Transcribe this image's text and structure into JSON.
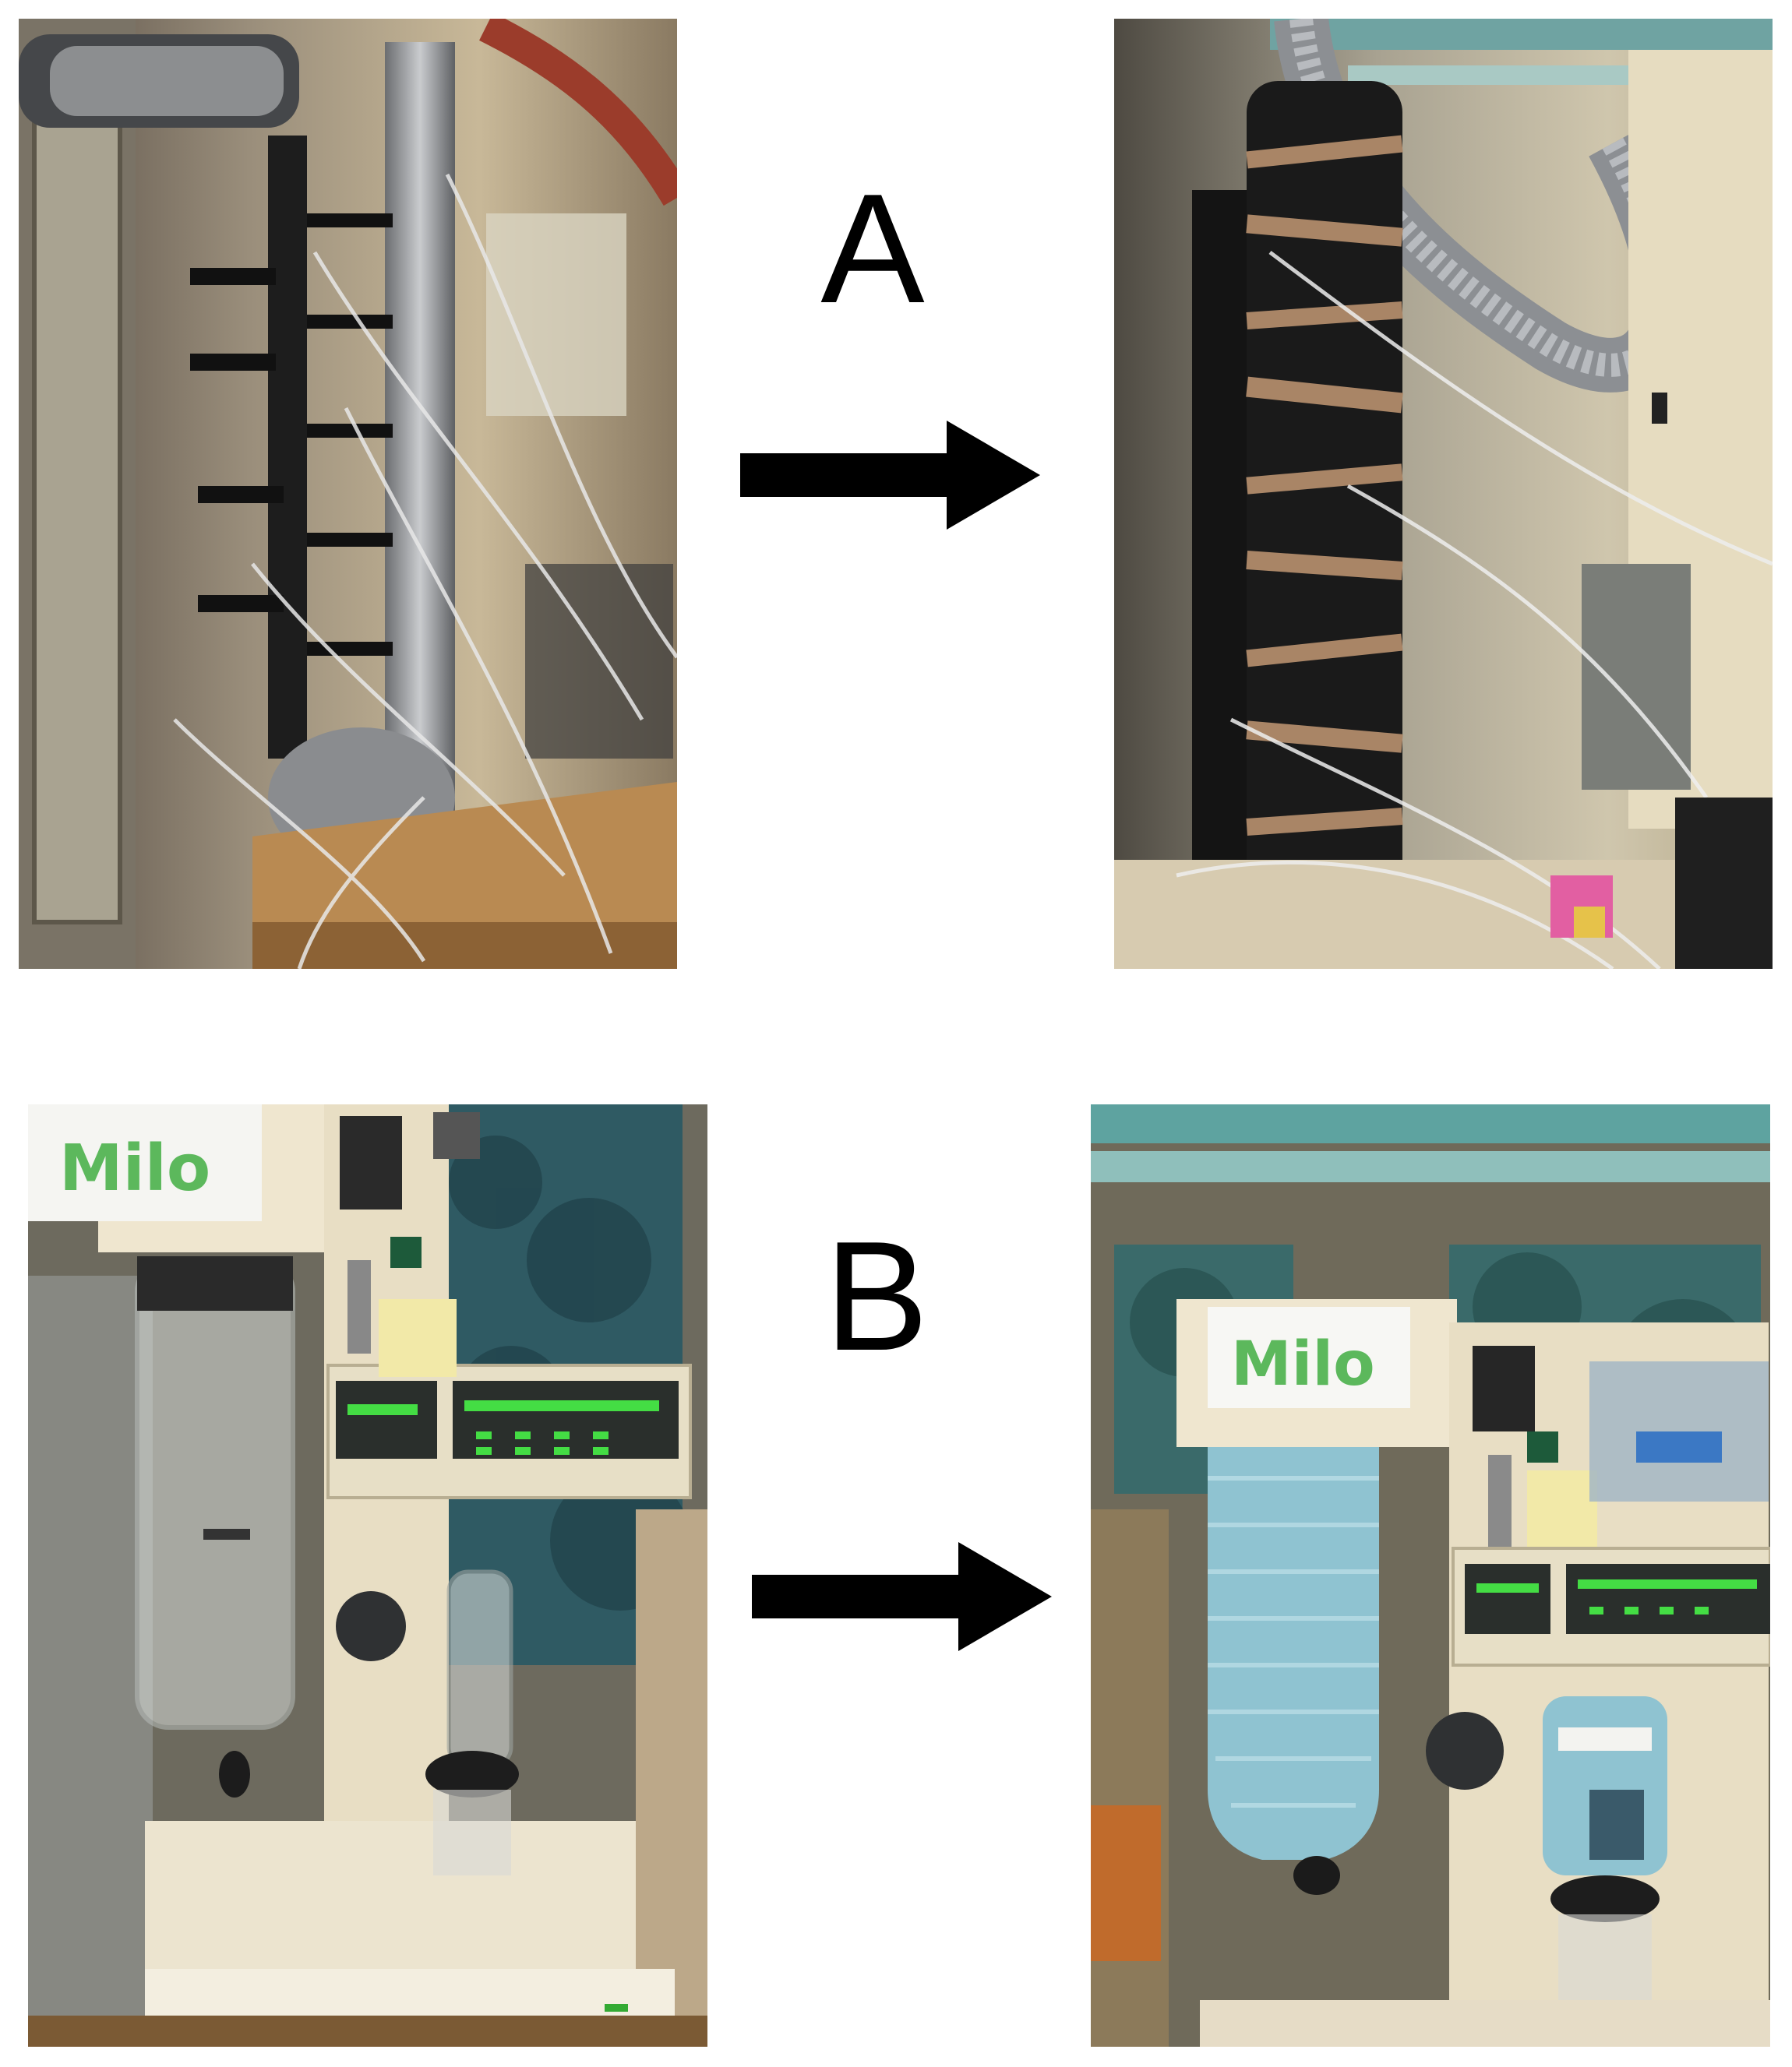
{
  "panels": {
    "a": {
      "label": "A",
      "before_icon": "spray-column-photo",
      "after_icon": "insulated-spray-column-photo",
      "arrow_icon": "right-arrow-icon"
    },
    "b": {
      "label": "B",
      "before_icon": "spray-dryer-photo",
      "after_icon": "insulated-spray-dryer-photo",
      "arrow_icon": "right-arrow-icon",
      "sign_before": "Milo",
      "sign_after": "Milo"
    }
  },
  "colors": {
    "arrow": "#000000",
    "sign_text": "#5cb85c",
    "machine_body": "#efe6cf",
    "display_text": "#44dd44",
    "insulation_black": "#1a1a1a",
    "insulation_tape": "#a98566",
    "bubble_wrap": "#8fc3d1"
  }
}
